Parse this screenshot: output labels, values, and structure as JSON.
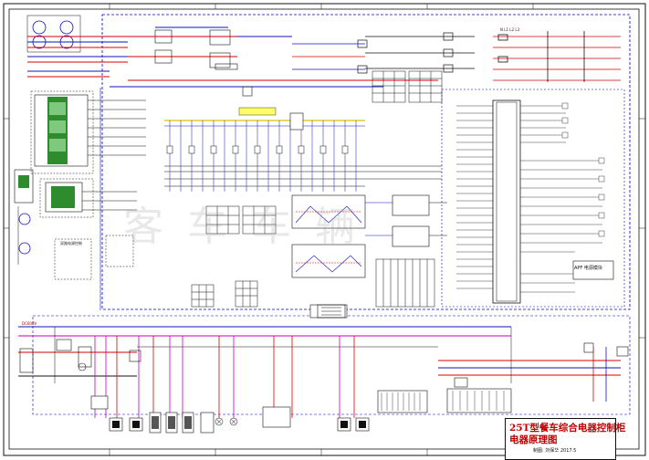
{
  "title_block": {
    "line1": "25T型餐车综合电器控制柜",
    "line2": "电器原理图",
    "drawn_by": "制图: 刘保华 2017.5"
  },
  "watermark": "客 车 车 辆",
  "labels": {
    "apf": "APF 电源模块",
    "panel": "双路电源控制",
    "power": "DC600V",
    "grid": "N L1 L2 L3"
  },
  "colors": {
    "red_wire": "#d80000",
    "blue_wire": "#1010c0",
    "magenta_wire": "#c000c0",
    "green_module": "#2e8b2e",
    "dashed_border": "#0000c8",
    "yellow_bus": "#d8c000",
    "orange_wire": "#e07000"
  }
}
